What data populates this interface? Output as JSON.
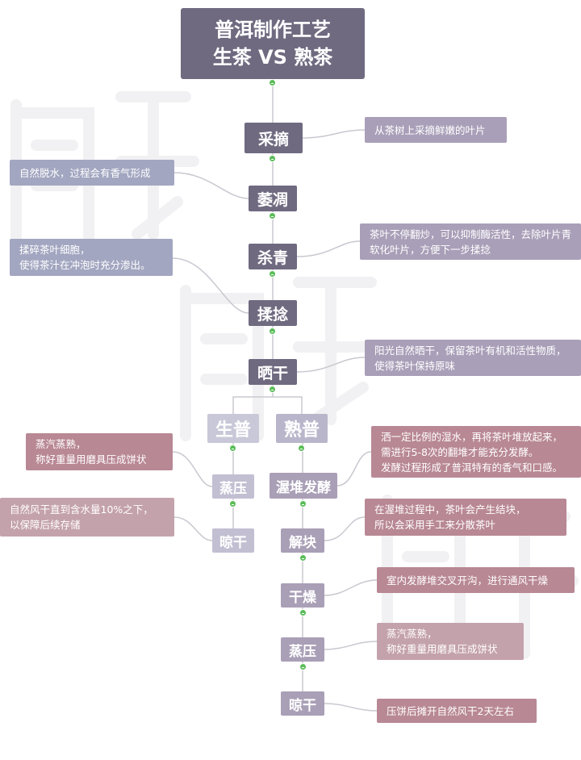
{
  "root": {
    "line1": "普洱制作工艺",
    "line2": "生茶 VS 熟茶"
  },
  "steps": {
    "picking": "采摘",
    "withering": "萎凋",
    "fixing": "杀青",
    "rolling": "揉捻",
    "sundrying": "晒干"
  },
  "branches": {
    "raw": "生普",
    "ripe": "熟普"
  },
  "raw_steps": {
    "steam_press": "蒸压",
    "air_dry": "晾干"
  },
  "ripe_steps": {
    "pile_ferment": "渥堆发酵",
    "break_up": "解块",
    "dry": "干燥",
    "steam_press": "蒸压",
    "air_dry": "晾干"
  },
  "notes": {
    "picking": [
      "从茶树上采摘鲜嫩的叶片"
    ],
    "withering": [
      "自然脱水，过程会有香气形成"
    ],
    "fixing": [
      "茶叶不停翻炒，可以抑制酶活性，去除叶片青",
      "软化叶片，方便下一步揉捻"
    ],
    "rolling": [
      "揉碎茶叶细胞，",
      "使得茶汁在冲泡时充分渗出。"
    ],
    "sundrying": [
      "阳光自然晒干，保留茶叶有机和活性物质，",
      "使得茶叶保持原味"
    ],
    "raw_steam_press": [
      "蒸汽蒸熟，",
      "称好重量用磨具压成饼状"
    ],
    "raw_air_dry": [
      "自然风干直到含水量10%之下，",
      "以保障后续存储"
    ],
    "pile_ferment": [
      "洒一定比例的湿水，再将茶叶堆放起来，",
      "需进行5-8次的翻堆才能充分发酵。",
      "发酵过程形成了普洱特有的香气和口感。"
    ],
    "break_up": [
      "在渥堆过程中，茶叶会产生结块，",
      "所以会采用手工来分散茶叶"
    ],
    "dry": [
      "室内发酵堆交叉开沟，进行通风干燥"
    ],
    "ripe_steam_press": [
      "蒸汽蒸熟，",
      "称好重量用磨具压成饼状"
    ],
    "ripe_air_dry": [
      "压饼后摊开自然风干2天左右"
    ]
  },
  "colors": {
    "root": "#6f6a80",
    "main_node": "#6f6a80",
    "raw_node": "#c3bfd2",
    "ripe_node": "#a99fb6",
    "note_blue": "#a2a6c0",
    "note_purple": "#a99fb8",
    "note_rose": "#c4a2ac",
    "collapse_button": "#5bbd59",
    "connector": "#c8c8d0"
  }
}
